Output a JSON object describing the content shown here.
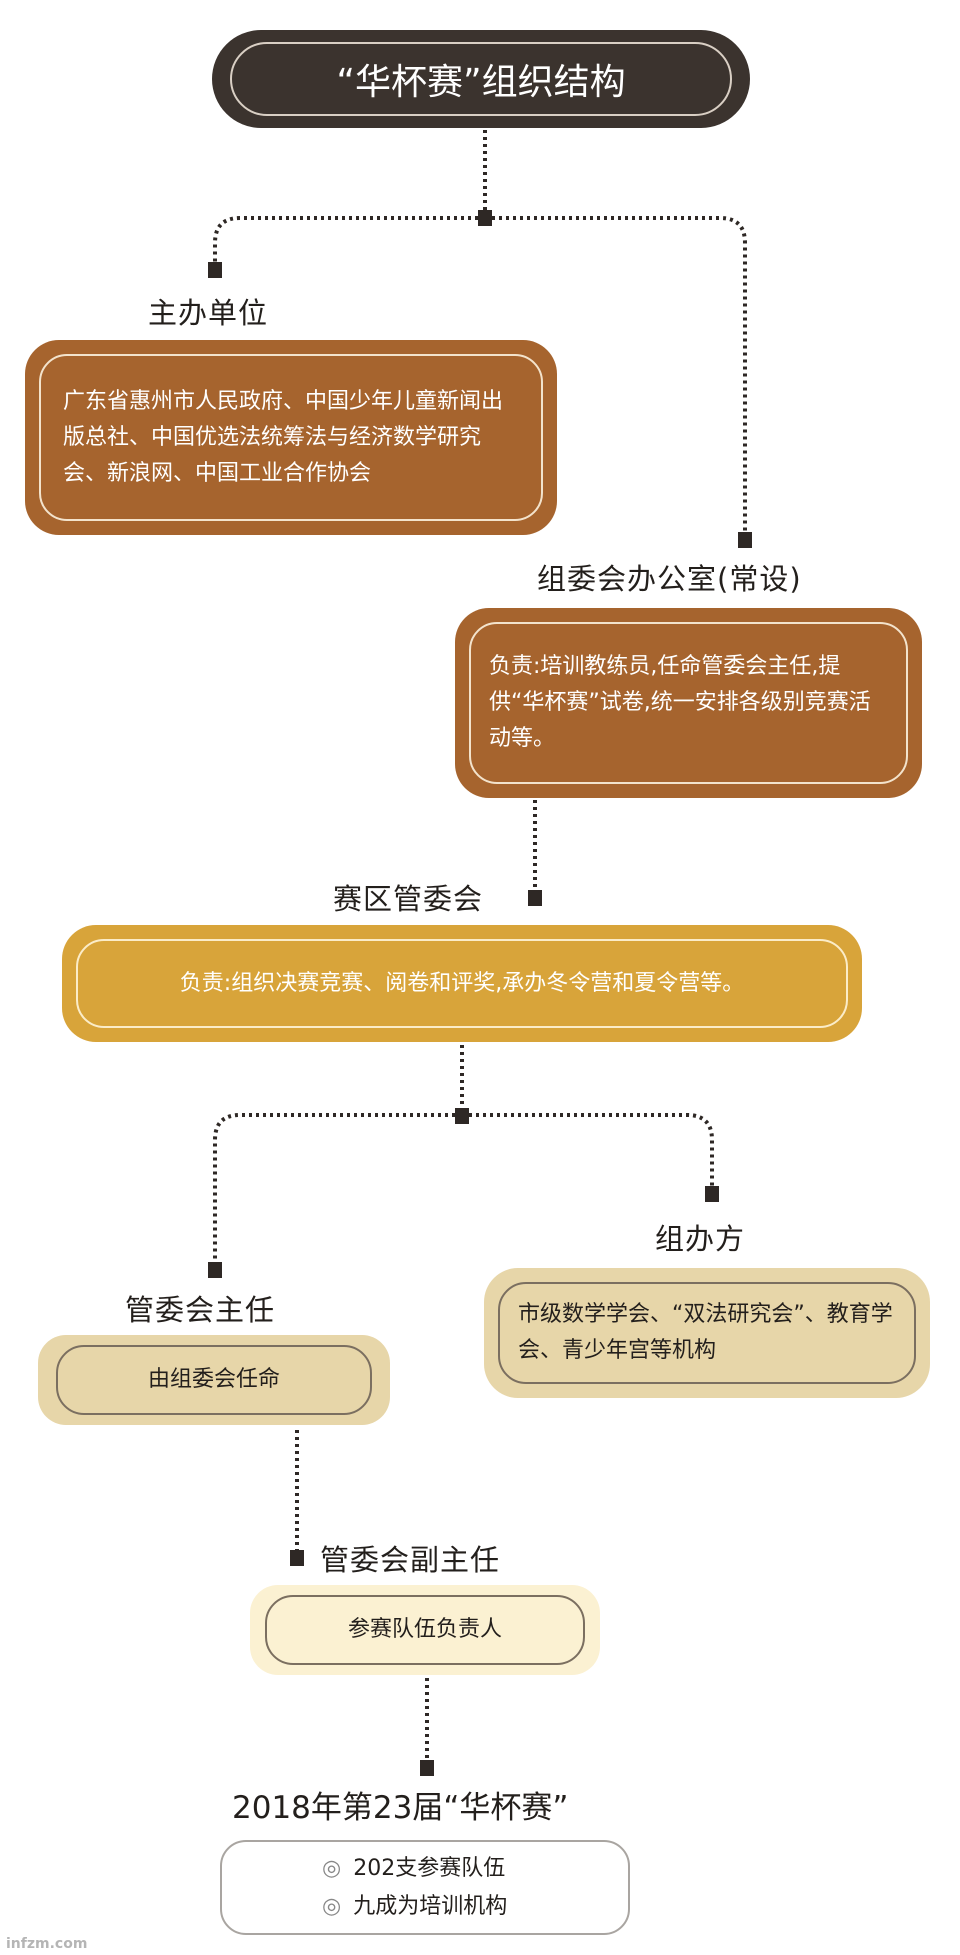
{
  "title": "“华杯赛”组织结构",
  "nodes": {
    "sponsors": {
      "label": "主办单位",
      "text": "广东省惠州市人民政府、中国少年儿童新闻出版总社、中国优选法统筹法与经济数学研究会、新浪网、中国工业合作协会"
    },
    "office": {
      "label": "组委会办公室(常设)",
      "text": "负责:培训教练员,任命管委会主任,提供“华杯赛”试卷,统一安排各级别竞赛活动等。"
    },
    "district": {
      "label": "赛区管委会",
      "text": "负责:组织决赛竞赛、阅卷和评奖,承办冬令营和夏令营等。"
    },
    "director": {
      "label": "管委会主任",
      "text": "由组委会任命"
    },
    "organizer": {
      "label": "组办方",
      "text": "市级数学学会、“双法研究会”、教育学会、青少年宫等机构"
    },
    "vice_director": {
      "label": "管委会副主任",
      "text": "参赛队伍负责人"
    },
    "edition": {
      "label": "2018年第23届“华杯赛”",
      "items": [
        "202支参赛队伍",
        "九成为培训机构"
      ],
      "bullet": "◎"
    }
  },
  "watermark": "infzm.com",
  "colors": {
    "title": "#3b332e",
    "brown": "#a6642e",
    "gold": "#d8a43a",
    "tan": "#e7d6a9",
    "cream": "#fbf1d2"
  }
}
